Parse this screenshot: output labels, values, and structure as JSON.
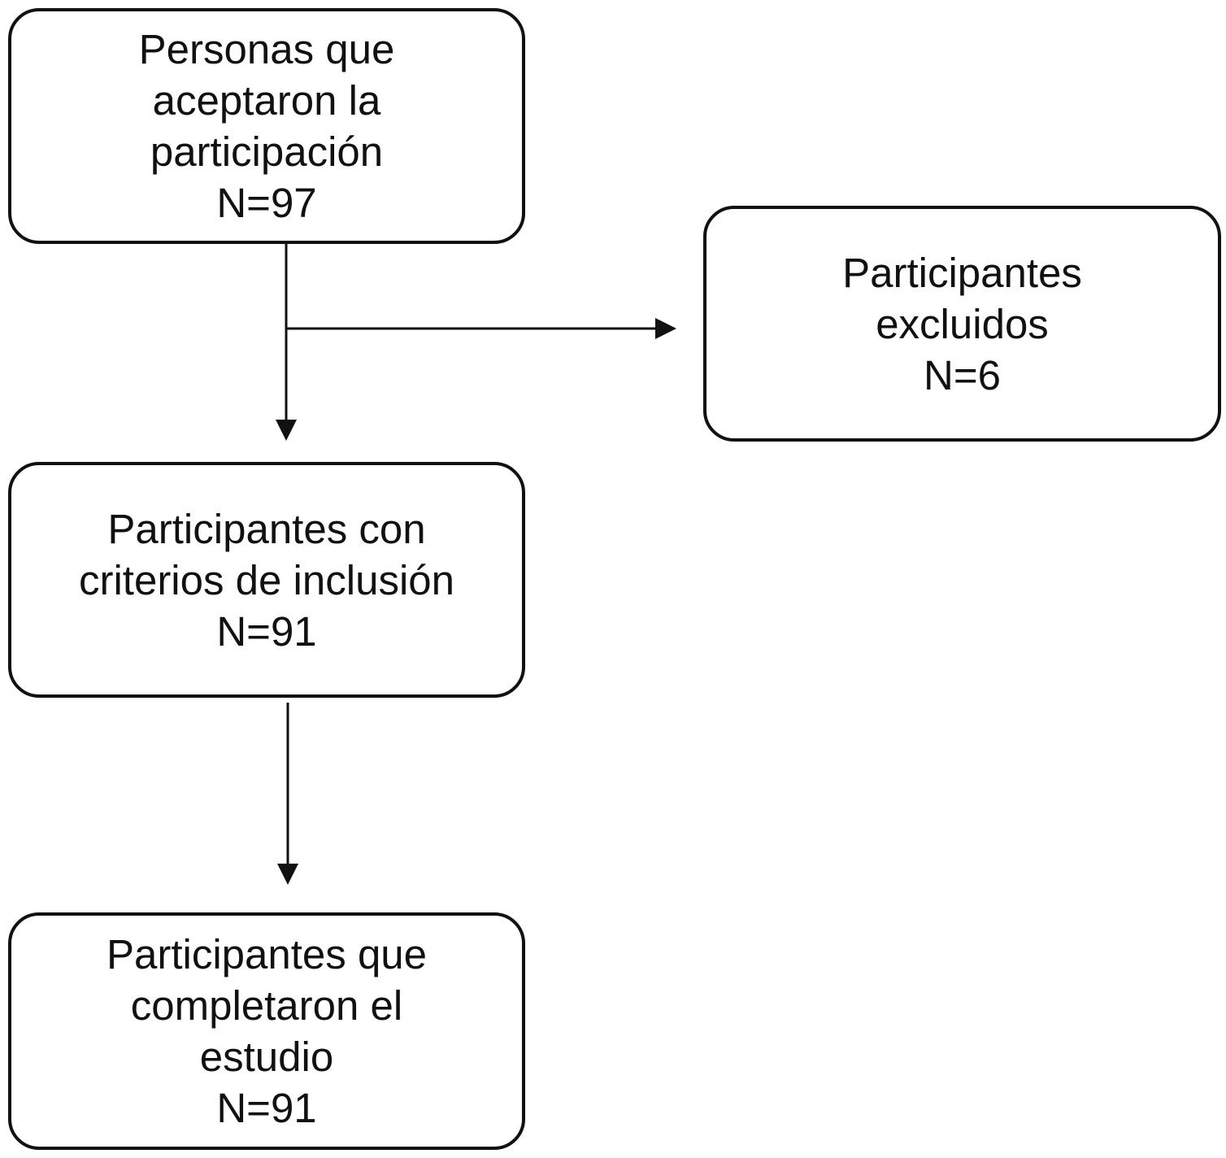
{
  "flowchart": {
    "nodes": [
      {
        "id": "aceptaron",
        "lines": [
          "Personas que",
          "aceptaron la",
          "participación",
          "N=97"
        ]
      },
      {
        "id": "excluidos",
        "lines": [
          "Participantes",
          "excluidos",
          "N=6"
        ]
      },
      {
        "id": "inclusion",
        "lines": [
          "Participantes con",
          "criterios de inclusión",
          "N=91"
        ]
      },
      {
        "id": "completaron",
        "lines": [
          "Participantes que",
          "completaron el",
          "estudio",
          "N=91"
        ]
      }
    ],
    "edges": [
      {
        "from": "aceptaron",
        "to": "inclusion"
      },
      {
        "from": "aceptaron",
        "to": "excluidos"
      },
      {
        "from": "inclusion",
        "to": "completaron"
      }
    ],
    "colors": {
      "stroke": "#111111",
      "background": "#ffffff",
      "text": "#111111"
    }
  }
}
